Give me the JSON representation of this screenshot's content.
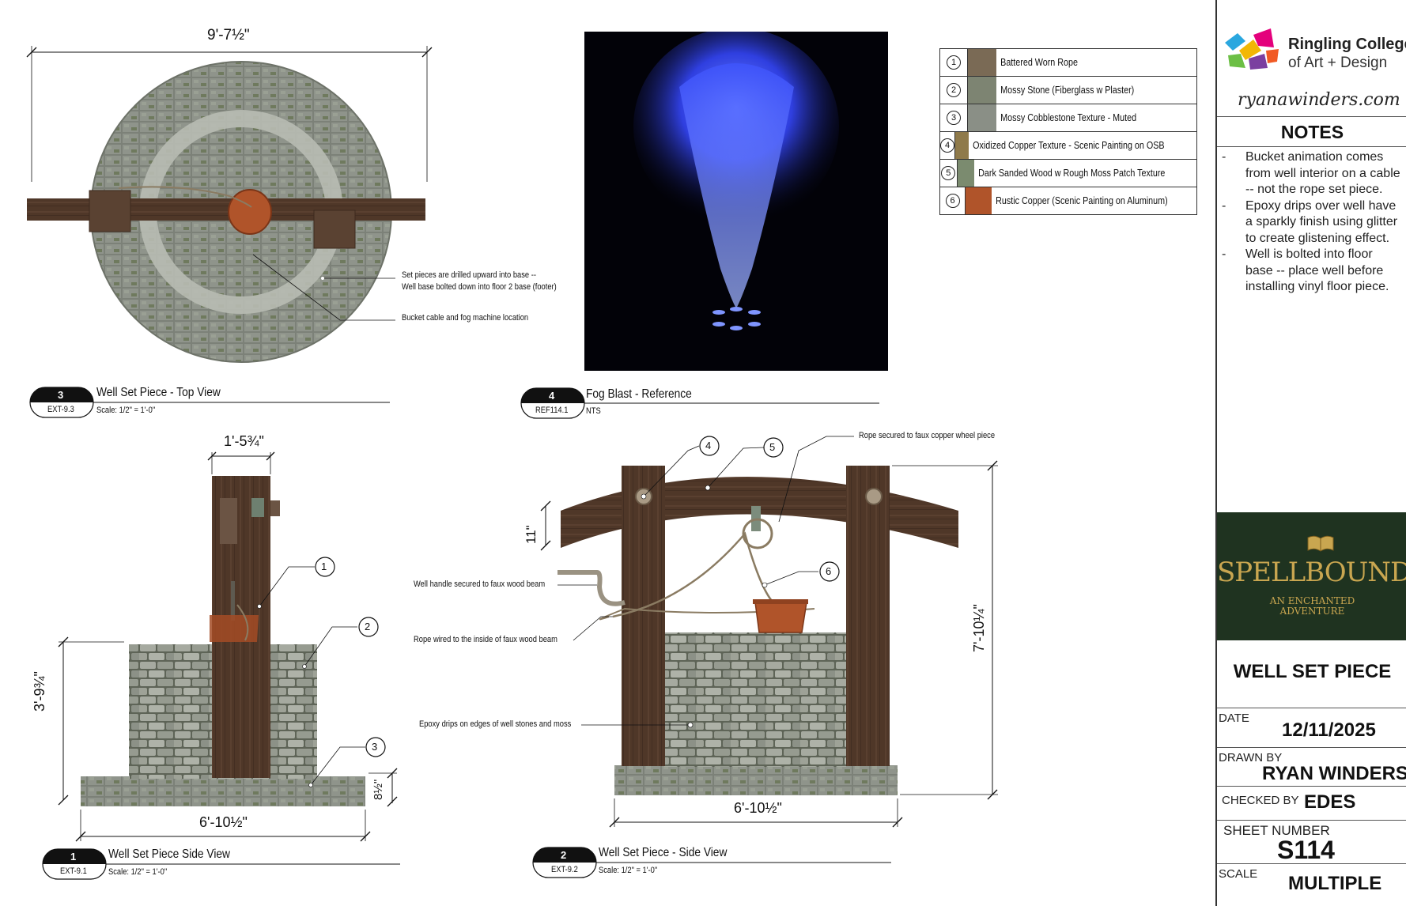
{
  "dims": {
    "top_width": "9'-7½\"",
    "side1_top_width": "1'-5¾\"",
    "side1_height": "3'-9¾\"",
    "side1_base_height": "8½\"",
    "side1_width": "6'-10½\"",
    "side2_beam": "11\"",
    "side2_height": "7'-10¼\"",
    "side2_width": "6'-10½\""
  },
  "callouts": {
    "top_note1_line1": "Set pieces are drilled upward into base --",
    "top_note1_line2": "Well base bolted down into floor 2 base (footer)",
    "top_note2": "Bucket cable and fog machine location",
    "rope_secured": "Rope secured to faux copper wheel piece",
    "well_handle": "Well handle secured to faux wood beam",
    "rope_wired": "Rope wired to the inside of faux wood beam",
    "epoxy": "Epoxy drips on edges of well stones and moss"
  },
  "tags": [
    "1",
    "2",
    "3",
    "4",
    "5",
    "6"
  ],
  "views": [
    {
      "num": "3",
      "ref": "EXT-9.3",
      "title": "Well Set Piece - Top View",
      "scale": "Scale: 1/2\" = 1'-0\""
    },
    {
      "num": "4",
      "ref": "REF114.1",
      "title": "Fog Blast - Reference",
      "scale": "NTS"
    },
    {
      "num": "1",
      "ref": "EXT-9.1",
      "title": "Well Set Piece Side View",
      "scale": "Scale: 1/2\" = 1'-0\""
    },
    {
      "num": "2",
      "ref": "EXT-9.2",
      "title": "Well Set Piece - Side View",
      "scale": "Scale: 1/2\" = 1'-0\""
    }
  ],
  "legend": [
    {
      "num": "1",
      "label": "Battered Worn Rope",
      "color": "#7a6a55"
    },
    {
      "num": "2",
      "label": "Mossy Stone (Fiberglass w Plaster)",
      "color": "#7d8472"
    },
    {
      "num": "3",
      "label": "Mossy Cobblestone Texture - Muted",
      "color": "#8a8f86"
    },
    {
      "num": "4",
      "label": "Oxidized Copper Texture - Scenic Painting on OSB",
      "color": "#8f7a4a"
    },
    {
      "num": "5",
      "label": "Dark Sanded Wood w Rough Moss Patch Texture",
      "color": "#7b8b6f"
    },
    {
      "num": "6",
      "label": "Rustic Copper (Scenic Painting on Aluminum)",
      "color": "#b0542a"
    }
  ],
  "titleblock": {
    "school_line1": "Ringling College",
    "school_line2": "of Art + Design",
    "website": "ryanawinders.com",
    "notes_heading": "NOTES",
    "notes": [
      "Bucket animation comes from well interior on a cable -- not the rope set piece.",
      "Epoxy drips over well have a sparkly finish using glitter to create glistening effect.",
      "Well is bolted into floor base -- place well before installing vinyl floor piece."
    ],
    "show_title": "SPELLBOUND",
    "show_subtitle_line1": "AN ENCHANTED",
    "show_subtitle_line2": "ADVENTURE",
    "sheet_title": "WELL SET PIECE",
    "date_label": "DATE",
    "date_value": "12/11/2025",
    "drawn_label": "DRAWN BY",
    "drawn_value": "RYAN WINDERS",
    "checked_label": "CHECKED BY",
    "checked_value": "EDES",
    "sheet_number_label": "SHEET NUMBER",
    "sheet_number_value": "S114",
    "scale_label": "SCALE",
    "scale_value": "MULTIPLE"
  },
  "colors": {
    "wood": "#4e3628",
    "stone": "#8a8f86",
    "moss": "#6b7d3a",
    "copper": "#b0542a",
    "fog": "#3a4cff",
    "show_bg": "#1f3320",
    "show_gold": "#c9a650"
  }
}
